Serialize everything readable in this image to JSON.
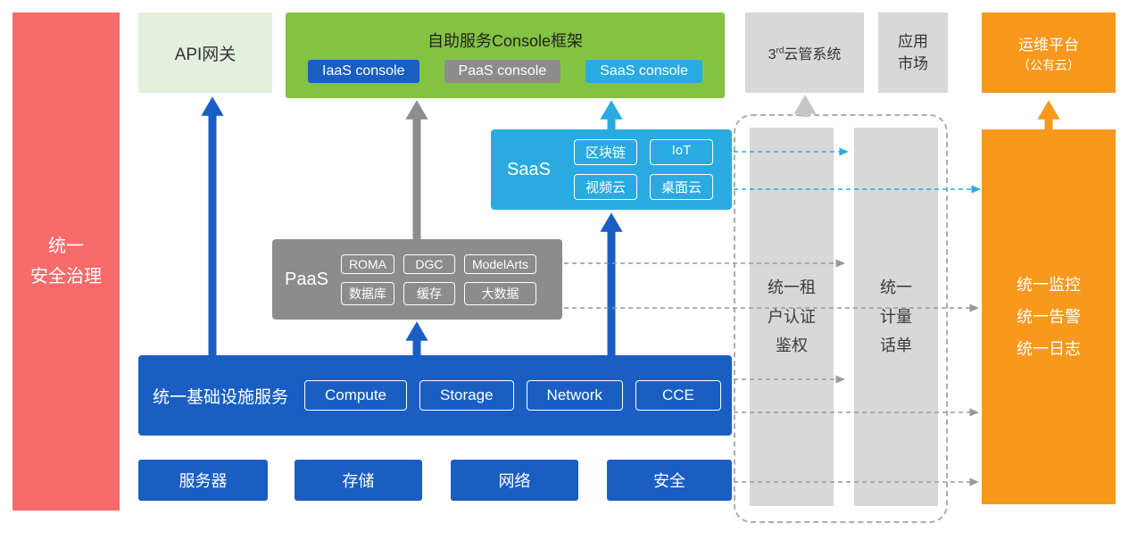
{
  "security_bar": {
    "label": "统一\n安全治理"
  },
  "api_gateway": {
    "label": "API网关"
  },
  "console_frame": {
    "title": "自助服务Console框架",
    "consoles": [
      {
        "label": "IaaS console"
      },
      {
        "label": "PaaS console"
      },
      {
        "label": "SaaS console"
      }
    ]
  },
  "third_party_cloud": {
    "base": "3",
    "superscript": "rd",
    "rest": "云管系统"
  },
  "app_market": {
    "label": "应用\n市场"
  },
  "ops_platform": {
    "line1": "运维平台",
    "line2": "（公有云）"
  },
  "saas": {
    "label": "SaaS",
    "chips": [
      "区块链",
      "IoT",
      "视频云",
      "桌面云"
    ]
  },
  "paas": {
    "label": "PaaS",
    "chips": [
      "ROMA",
      "DGC",
      "ModelArts",
      "数据库",
      "缓存",
      "大数据"
    ]
  },
  "infrastructure": {
    "label": "统一基础设施服务",
    "chips": [
      "Compute",
      "Storage",
      "Network",
      "CCE"
    ]
  },
  "hardware": {
    "items": [
      "服务器",
      "存储",
      "网络",
      "安全"
    ]
  },
  "tenant_auth_bar": {
    "label": "统一租\n户认证\n鉴权"
  },
  "metering_bar": {
    "label": "统一\n计量\n话单"
  },
  "monitoring_box": {
    "label": "统一监控\n统一告警\n统一日志"
  },
  "colors": {
    "blue": "#1A5EC4",
    "cyan": "#29ABE2",
    "green": "#84C341",
    "light_green": "#E3F0DD",
    "gray_box": "#D8D8D8",
    "paas_gray": "#8C8C8C",
    "orange": "#F8981D",
    "red": "#F76B6B"
  }
}
